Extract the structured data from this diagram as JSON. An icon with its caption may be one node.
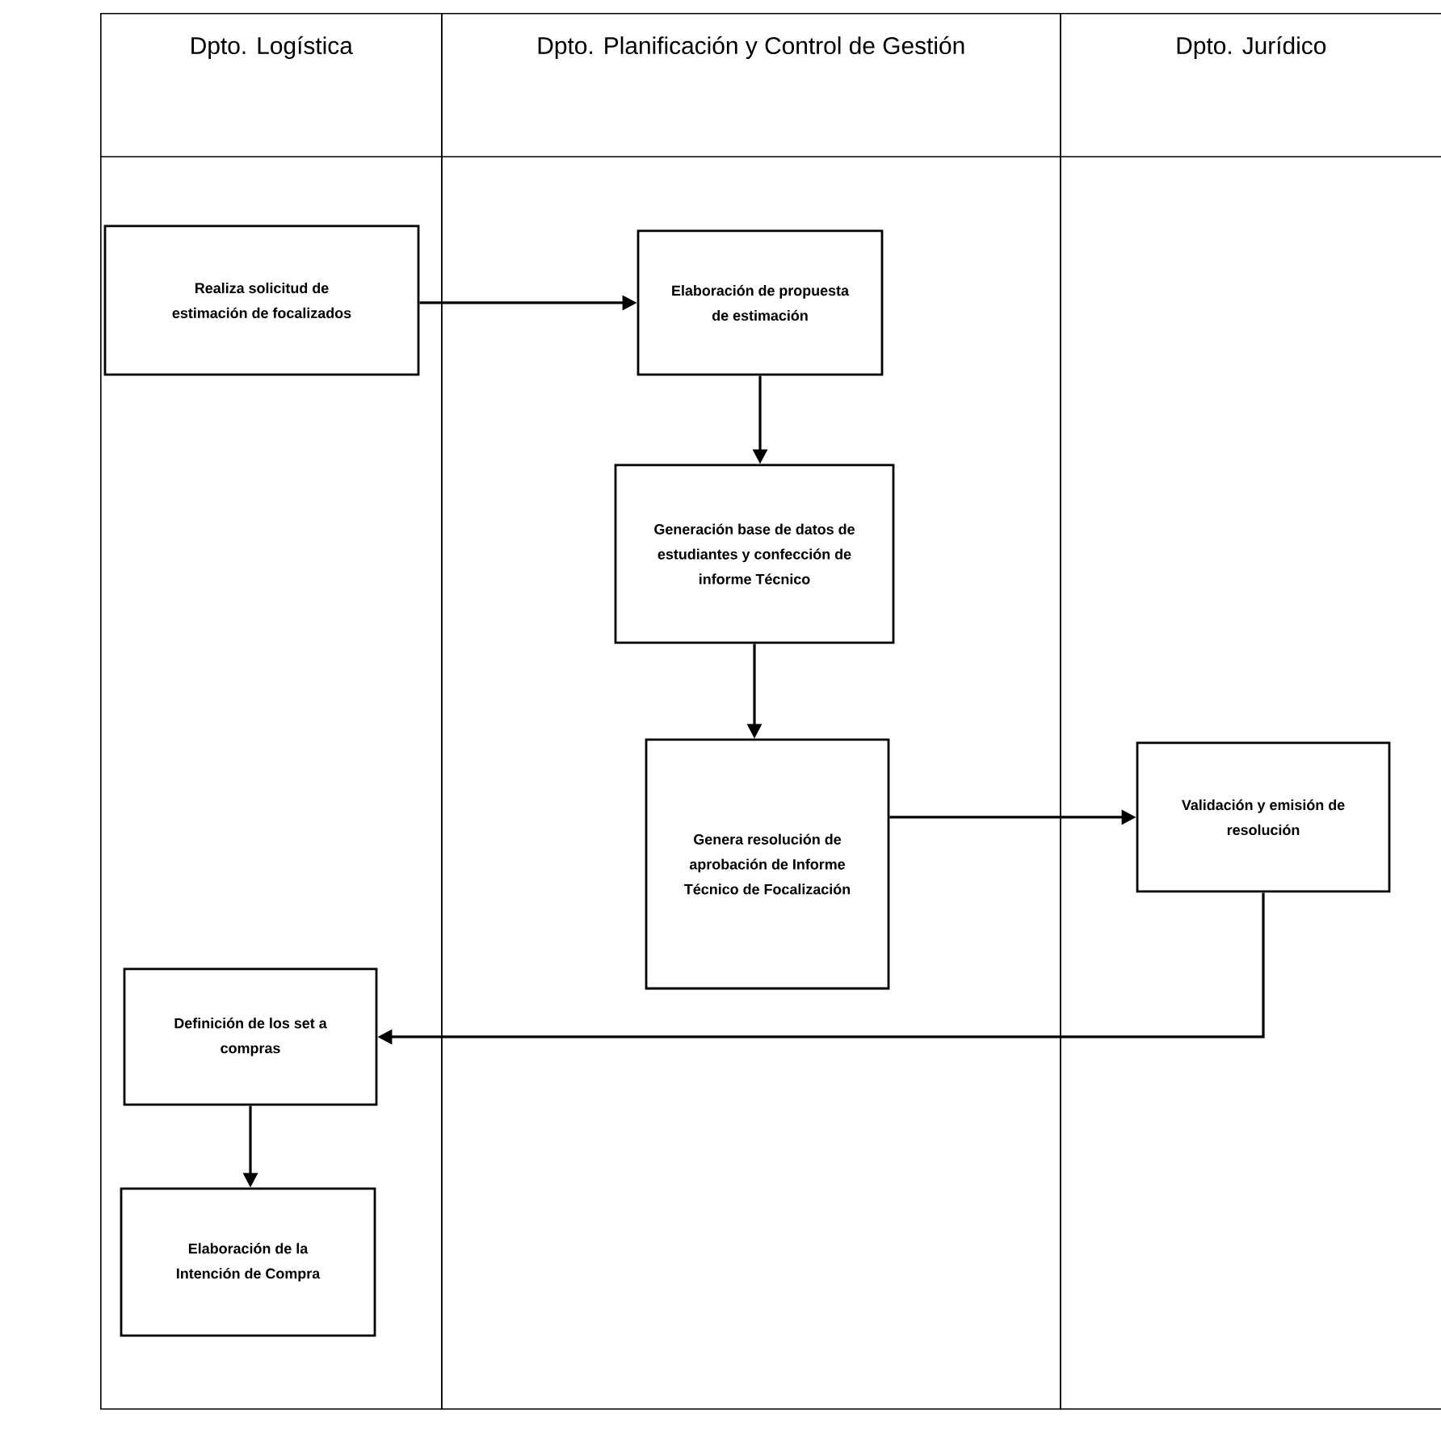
{
  "diagram": {
    "nodes": [
      {
        "text": [
          "Dpto. Logística"
        ]
      },
      {
        "text": [
          "Dpto.  Planificación y Control de Gestión"
        ]
      },
      {
        "text": [
          "Dpto. Jurídico"
        ]
      },
      {
        "text": [
          "Realiza solicitud de estimación de focalizados"
        ],
        "in": 0
      },
      {
        "text": [
          "Elaboración de propuesta de estimación"
        ],
        "in": 1
      },
      {
        "text": [
          "Generación base de datos de estudiantes y confección de informe Técnico"
        ],
        "in": 1
      },
      {
        "text": [
          "Genera resolución de aprobación de Informe Técnico de Focalización"
        ],
        "in": 1
      },
      {
        "text": [
          "Validación y emisión de resolución"
        ],
        "in": 2
      },
      {
        "text": [
          "Definición de los set a compras"
        ],
        "in": 0
      },
      {
        "text": [
          "Elaboración de la Intención de Compra"
        ],
        "in": 0
      }
    ],
    "edges": [
      {
        "from": 3,
        "to": 4,
        "arrow": "to"
      },
      {
        "from": 4,
        "to": 5,
        "arrow": "to"
      },
      {
        "from": 5,
        "to": 6,
        "arrow": "to"
      },
      {
        "from": 6,
        "to": 7,
        "arrow": "to"
      },
      {
        "from": 7,
        "to": 8,
        "arrow": "to"
      },
      {
        "from": 8,
        "to": 9,
        "arrow": "to"
      }
    ]
  }
}
